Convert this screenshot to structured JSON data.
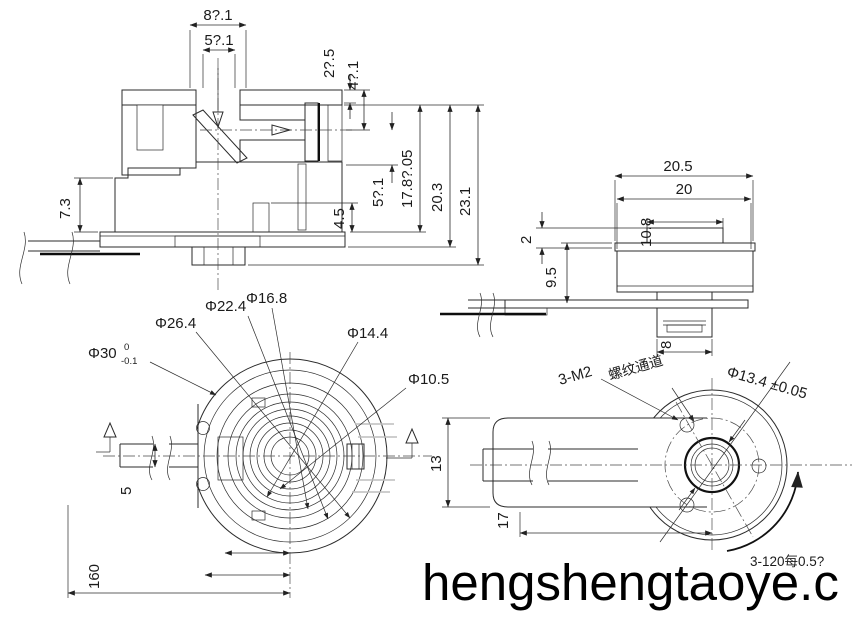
{
  "drawing": {
    "watermark": "hengshengtaoye.c",
    "line_color": "#2b2b2b",
    "views": {
      "front_section": {
        "dims": {
          "outer_port_width": "8?.1",
          "inner_port_width": "5?.1",
          "cap_thickness": "2?.5",
          "beam_axis_depth": "4?.1",
          "left_step_height": "7.3",
          "notch_depth": "4.5",
          "beam_to_step": "5?.1",
          "beam_axis_height": "17.8?.05",
          "body_height": "20.3",
          "total_height": "23.1"
        }
      },
      "side_view": {
        "dims": {
          "overall_width": "20.5",
          "body_width": "20",
          "boss_width": "10.8",
          "cap_height": "2",
          "body_height": "9.5",
          "stem_width": "8"
        }
      },
      "top_view": {
        "dims": {
          "dia_30": "Φ30",
          "dia_30_tol_upper": "0",
          "dia_30_tol_lower": "-0.1",
          "dia_26_4": "Φ26.4",
          "dia_22_4": "Φ22.4",
          "dia_16_8": "Φ16.8",
          "dia_14_4": "Φ14.4",
          "dia_10_5": "Φ10.5",
          "cable_width": "5",
          "cable_length": "160"
        }
      },
      "bottom_view": {
        "dims": {
          "thread_holes": "3-M2",
          "thread_channel_note": "螺纹通道",
          "dia_13_4": "Φ13.4 ±0.05",
          "bracket_width": "13",
          "center_offset": "17",
          "hole_spacing_note": "3-120每0.5?"
        }
      }
    }
  }
}
